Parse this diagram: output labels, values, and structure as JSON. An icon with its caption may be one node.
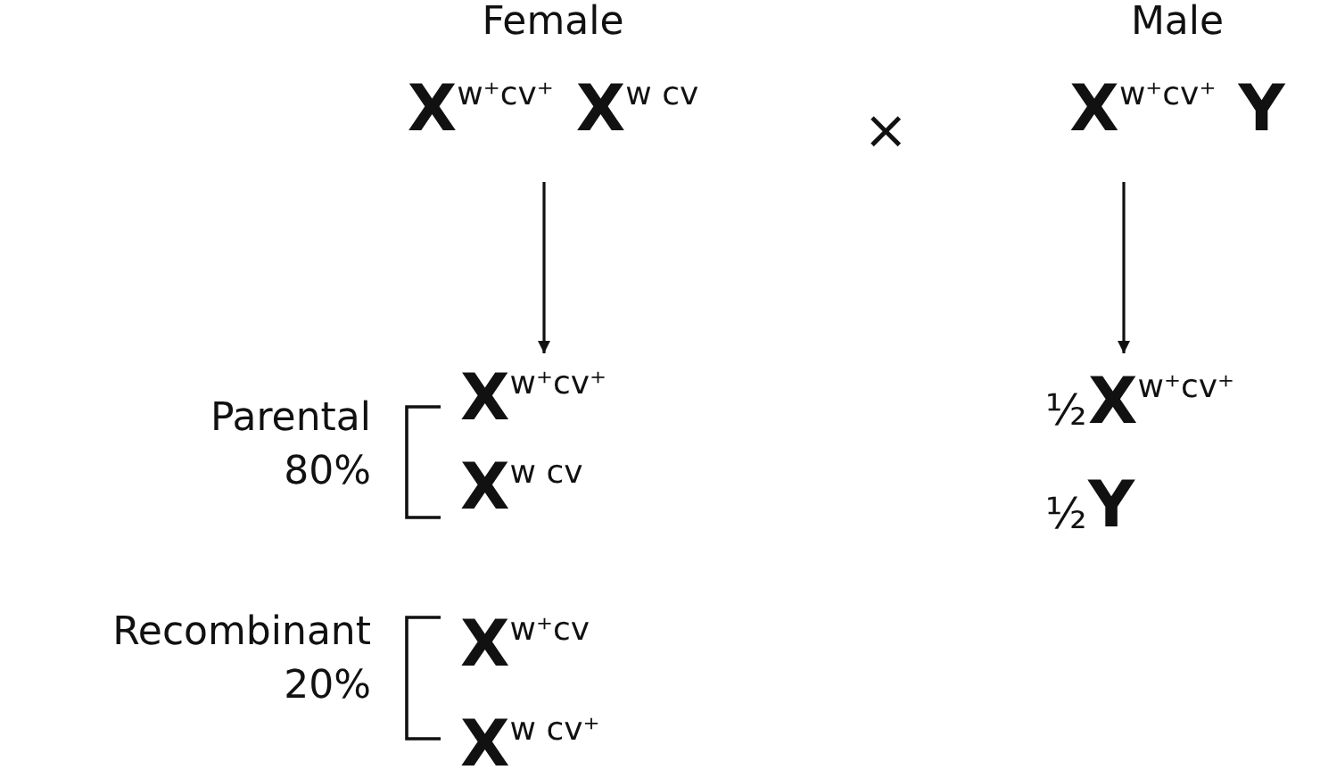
{
  "diagram": {
    "nodes": [
      {
        "text": [
          "Female",
          "X$^{w⁺cv⁺}$ X$^{w cv}$"
        ]
      },
      {
        "text": [
          "Male",
          "X$^{w⁺cv⁺}$ Y"
        ]
      },
      {
        "text": [
          "X$^{w⁺cv⁺}$",
          "X$^{w cv}$",
          "X$^{w⁺cv}$",
          "X$^{w cv⁺}$"
        ]
      },
      {
        "text": [
          "X$^{w⁺cv⁺}$",
          "Y"
        ],
        "beside": [
          "½",
          "½"
        ]
      }
    ],
    "edges": [
      {
        "from": 0,
        "to": 2,
        "arrow": "to"
      },
      {
        "from": 1,
        "to": 3,
        "arrow": "to"
      }
    ],
    "labels": [
      "×",
      "Parental",
      "80%",
      "Recombinant",
      "20%"
    ]
  }
}
